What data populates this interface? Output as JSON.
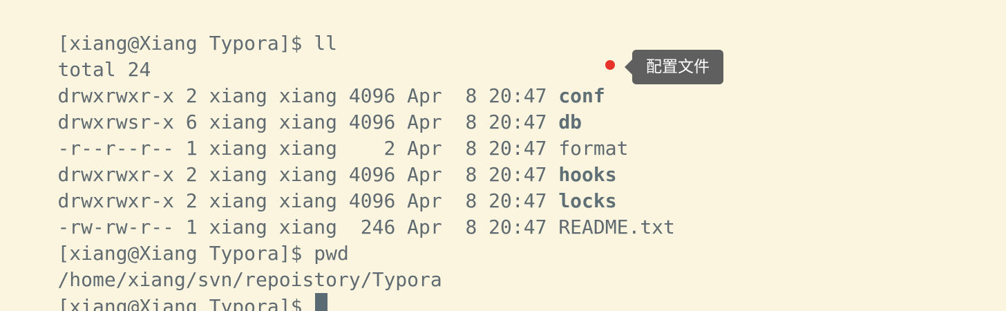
{
  "terminal": {
    "lines": [
      {
        "perm": "[xiang@Xiang Typora]$ ll"
      },
      {
        "perm": "total 24"
      },
      {
        "perm": "drwxrwxr-x 2 xiang xiang 4096 Apr  8 20:47 ",
        "name": "conf"
      },
      {
        "perm": "drwxrwsr-x 6 xiang xiang 4096 Apr  8 20:47 ",
        "name": "db"
      },
      {
        "perm": "-r--r--r-- 1 xiang xiang    2 Apr  8 20:47 ",
        "name": "format"
      },
      {
        "perm": "drwxrwxr-x 2 xiang xiang 4096 Apr  8 20:47 ",
        "name": "hooks"
      },
      {
        "perm": "drwxrwxr-x 2 xiang xiang 4096 Apr  8 20:47 ",
        "name": "locks"
      },
      {
        "perm": "-rw-rw-r-- 1 xiang xiang  246 Apr  8 20:47 ",
        "name": "README.txt"
      },
      {
        "perm": "[xiang@Xiang Typora]$ pwd"
      },
      {
        "perm": "/home/xiang/svn/repoistory/Typora"
      },
      {
        "perm": "[xiang@Xiang Typora]$ "
      }
    ],
    "tooltip": "配置文件"
  },
  "colors": {
    "background": "#fbf4df",
    "text": "#5f6b70",
    "marker": "#e8332a",
    "tooltip_bg": "#5f5f5f"
  }
}
